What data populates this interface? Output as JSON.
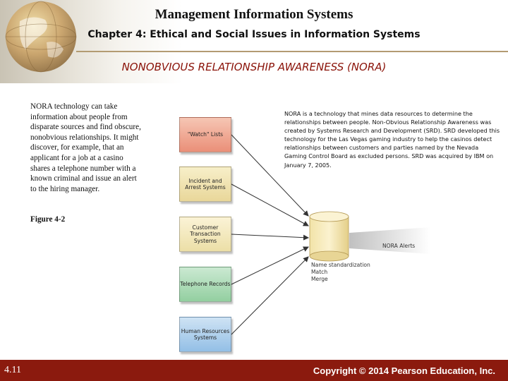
{
  "header": {
    "title": "Management Information Systems",
    "subtitle": "Chapter 4: Ethical and Social Issues in Information Systems"
  },
  "slide": {
    "title": "NONOBVIOUS RELATIONSHIP AWARENESS (NORA)",
    "body": "NORA technology can take information about people from disparate sources and find obscure, nonobvious relationships. It might discover, for example, that an applicant for a job at a casino shares a telephone number with a known criminal and issue an alert to the hiring manager.",
    "figure_label": "Figure 4-2"
  },
  "diagram": {
    "sources": [
      {
        "label": "\"Watch\" Lists"
      },
      {
        "label": "Incident and Arrest Systems"
      },
      {
        "label": "Customer Transaction Systems"
      },
      {
        "label": "Telephone Records"
      },
      {
        "label": "Human Resources Systems"
      }
    ],
    "description": "NORA is a technology that mines data resources to determine the relationships between people. Non-Obvious Relationship Awareness was created by Systems Research and Development (SRD). SRD developed this technology for the Las Vegas gaming industry to help the casinos detect relationships between customers and parties named by the Nevada Gaming Control Board as excluded persons. SRD was acquired by IBM on January 7, 2005.",
    "output_label": "NORA Alerts",
    "process_steps": [
      "Name standardization",
      "Match",
      "Merge"
    ],
    "colors": {
      "watch": "#ea8f78",
      "incident": "#e9d79a",
      "customer": "#ecdfa7",
      "telephone": "#93cfa0",
      "hr": "#93bfe6"
    }
  },
  "footer": {
    "page_number": "4.11",
    "copyright": "Copyright © 2014 Pearson Education, Inc.",
    "background": "#8b1a0e"
  }
}
